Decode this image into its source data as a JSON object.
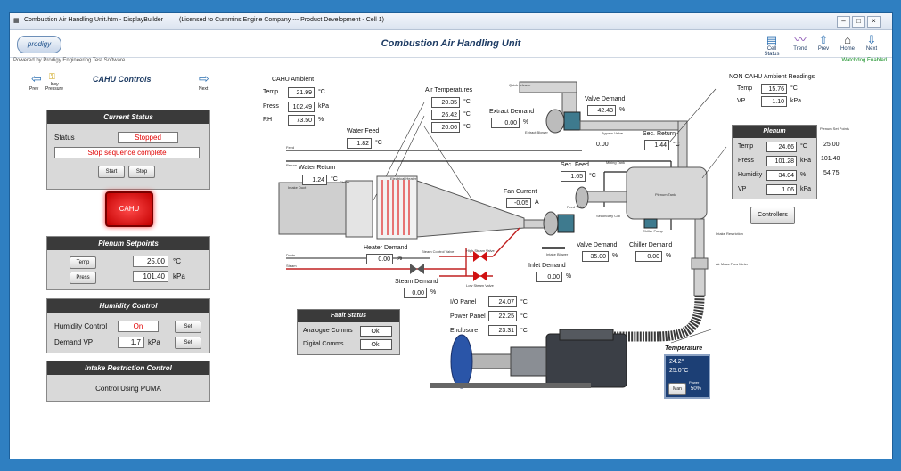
{
  "window": {
    "title": "Combustion Air Handling Unit.htm - DisplayBuilder",
    "license": "(Licensed to Cummins Engine Company --- Product Development - Cell 1)"
  },
  "header": {
    "logo": "prodigy",
    "title": "Combustion Air Handling Unit",
    "subtitle": "Powered by Prodigy Engineering Test Software",
    "watchdog": "Watchdog Enabled",
    "nav": [
      {
        "label": "Cell Status",
        "icon": "cell-status-icon"
      },
      {
        "label": "Trend",
        "icon": "trend-icon"
      },
      {
        "label": "Prev",
        "icon": "up-arrow-icon"
      },
      {
        "label": "Home",
        "icon": "home-icon"
      },
      {
        "label": "Next",
        "icon": "down-arrow-icon"
      }
    ]
  },
  "left": {
    "prev": "Prev",
    "key": "Key",
    "key_sub": "Pressure",
    "next": "Next",
    "title": "CAHU Controls",
    "current_status": {
      "title": "Current Status",
      "status_label": "Status",
      "status_value": "Stopped",
      "message": "Stop sequence complete",
      "start": "Start",
      "stop": "Stop"
    },
    "cahu_button": "CAHU",
    "setpoints": {
      "title": "Plenum Setpoints",
      "temp_btn": "Temp",
      "temp_value": "25.00",
      "temp_unit": "°C",
      "press_btn": "Press",
      "press_value": "101.40",
      "press_unit": "kPa"
    },
    "humidity": {
      "title": "Humidity Control",
      "hc_label": "Humidity Control",
      "hc_value": "On",
      "set": "Set",
      "dv_label": "Demand VP",
      "dv_value": "1.7",
      "dv_unit": "kPa"
    },
    "intake": {
      "title": "Intake Restriction Control",
      "text": "Control Using PUMA"
    }
  },
  "diagram": {
    "cahu_ambient": {
      "title": "CAHU Ambient",
      "temp_label": "Temp",
      "temp": "21.99",
      "temp_unit": "°C",
      "press_label": "Press",
      "press": "102.49",
      "press_unit": "kPa",
      "rh_label": "RH",
      "rh": "73.50",
      "rh_unit": "%"
    },
    "air_temps": {
      "title": "Air Temperatures",
      "t1": "20.35",
      "t2": "26.42",
      "t3": "20.06",
      "unit": "°C"
    },
    "water_feed": {
      "label": "Water Feed",
      "value": "1.82",
      "unit": "°C"
    },
    "water_return": {
      "label": "Water Return",
      "value": "1.24",
      "unit": "°C"
    },
    "extract": {
      "label": "Extract Demand",
      "value": "0.00",
      "unit": "%"
    },
    "valve_top": {
      "label": "Valve Demand",
      "value": "42.43",
      "unit": "%"
    },
    "sec_return": {
      "label": "Sec. Return",
      "value": "1.44",
      "unit": "°C"
    },
    "sec_feed": {
      "label": "Sec. Feed",
      "value": "1.65",
      "unit": "°C"
    },
    "fan_current": {
      "label": "Fan Current",
      "value": "-0.05",
      "unit": "A"
    },
    "heater": {
      "label": "Heater Demand",
      "value": "0.00",
      "unit": "%"
    },
    "valve_bottom": {
      "label": "Valve Demand",
      "value": "35.00",
      "unit": "%"
    },
    "chiller": {
      "label": "Chiller Demand",
      "value": "0.00",
      "unit": "%"
    },
    "inlet": {
      "label": "Inlet Demand",
      "value": "0.00",
      "unit": "%"
    },
    "steam": {
      "label": "Steam Demand",
      "value": "0.00",
      "unit": "%"
    },
    "middle_value": "0.00",
    "non_cahu": {
      "title": "NON CAHU Ambient Readings",
      "temp_label": "Temp",
      "temp": "15.76",
      "temp_unit": "°C",
      "vp_label": "VP",
      "vp": "1.10",
      "vp_unit": "kPa"
    },
    "plenum": {
      "title": "Plenum",
      "sp_title": "Plenum Set Points",
      "temp_label": "Temp",
      "temp": "24.66",
      "temp_unit": "°C",
      "temp_sp": "25.00",
      "press_label": "Press",
      "press": "101.28",
      "press_unit": "kPa",
      "press_sp": "101.40",
      "hum_label": "Humidity",
      "hum": "34.04",
      "hum_unit": "%",
      "hum_sp": "54.75",
      "vp_label": "VP",
      "vp": "1.06",
      "vp_unit": "kPa"
    },
    "controllers": "Controllers",
    "fault": {
      "title": "Fault Status",
      "analogue_label": "Analogue Comms",
      "analogue": "Ok",
      "digital_label": "Digital Comms",
      "digital": "Ok"
    },
    "io": {
      "io_label": "I/O Panel",
      "io": "24.07",
      "power_label": "Power Panel",
      "power": "22.25",
      "encl_label": "Enclosure",
      "encl": "23.31",
      "unit": "°C"
    },
    "temperature": {
      "title": "Temperature",
      "v1": "24.2°",
      "v2": "25.0°C",
      "man": "Man",
      "power": "Power",
      "pct": "50%"
    },
    "tiny": {
      "feed": "Feed",
      "return": "Return",
      "intake_duct": "Intake Duct",
      "chiller": "Chiller",
      "electrical_heater": "Electrical Heater",
      "ducts": "Ducts",
      "steam_label": "Steam",
      "steam_control": "Steam Control Valve",
      "high_steam": "High Steam Valve",
      "low_steam": "Low Steam Valve",
      "quick_release": "Quick release",
      "extract_blower": "Extract Blower",
      "bypass": "Bypass Valve",
      "mixing_tank": "Mixing Tank",
      "feed_valve": "Feed Valve",
      "secondary_coil": "Secondary Coil",
      "intake_blower": "Intake Blower",
      "plenum_tank": "Plenum Tank",
      "chiller_pump": "Chiller Pump",
      "intake_restriction": "Intake Restriction",
      "air_mass": "Air Mass Flow Meter"
    }
  }
}
